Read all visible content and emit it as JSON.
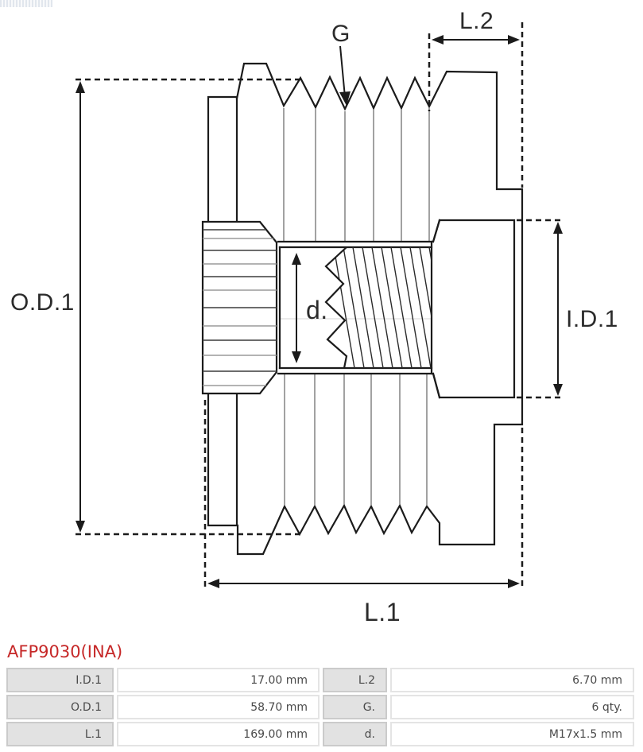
{
  "drawing": {
    "labels": {
      "od1": "O.D.1",
      "g": "G",
      "l2": "L.2",
      "id1": "I.D.1",
      "d": "d.",
      "l1": "L.1"
    }
  },
  "part": {
    "number": "AFP9030(INA)"
  },
  "colors": {
    "accent_red": "#c62828",
    "line": "#1b1b1b",
    "label_cell": "#e2e2e2"
  },
  "table": {
    "rows": [
      {
        "c0": "I.D.1",
        "c1": "17.00 mm",
        "c2": "L.2",
        "c3": "6.70 mm"
      },
      {
        "c0": "O.D.1",
        "c1": "58.70 mm",
        "c2": "G.",
        "c3": "6 qty."
      },
      {
        "c0": "L.1",
        "c1": "169.00 mm",
        "c2": "d.",
        "c3": "M17x1.5 mm"
      }
    ]
  }
}
